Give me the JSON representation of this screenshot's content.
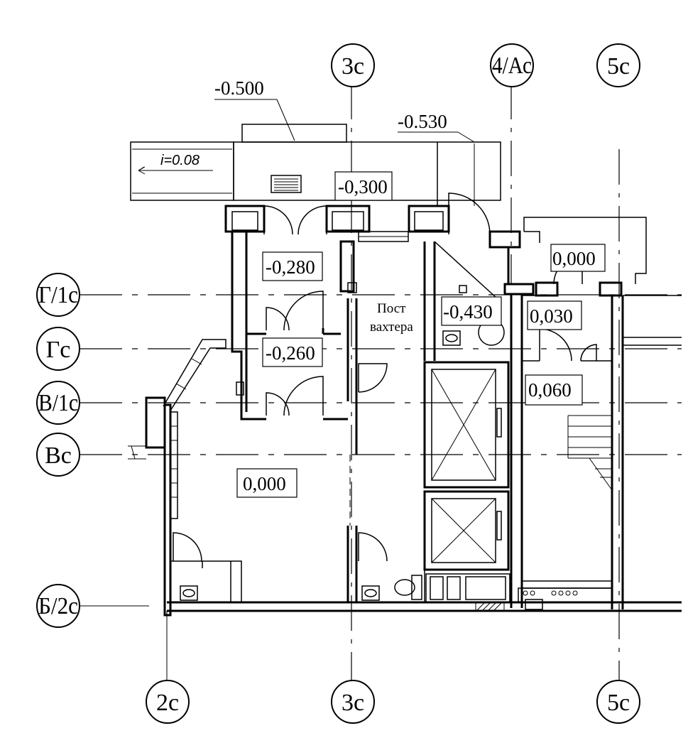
{
  "grid_axes": {
    "vertical_top": [
      "3с",
      "4/Ас",
      "5с"
    ],
    "vertical_bottom": [
      "2с",
      "3с",
      "5с"
    ],
    "horizontal": [
      "Г/1с",
      "Гс",
      "В/1с",
      "Вс",
      "Б/2с"
    ]
  },
  "elevations": {
    "ramp_top": "-0.500",
    "entrance_outer": "-0.530",
    "porch": "-0,300",
    "vestibule_upper": "-0,280",
    "vestibule_lower": "-0,260",
    "hall": "0,000",
    "stair_lobby": "-0,430",
    "right_top": "0,000",
    "right_mid": "0,030",
    "right_lower": "0,060"
  },
  "ramp": {
    "slope_label": "i=0.08"
  },
  "rooms": {
    "guard_post": [
      "Пост",
      "вахтера"
    ]
  }
}
